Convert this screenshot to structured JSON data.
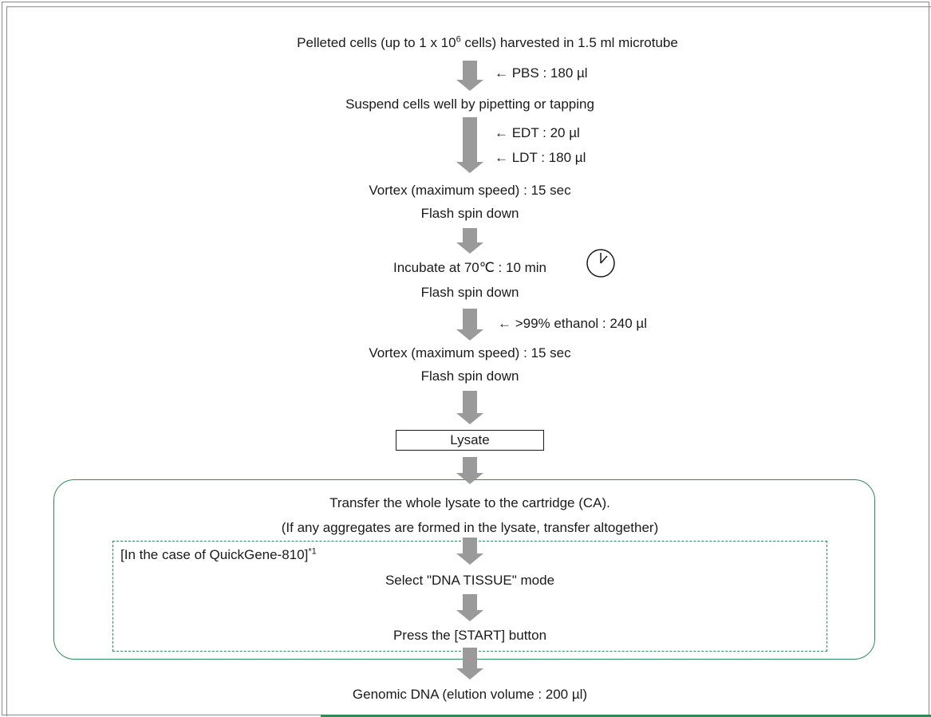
{
  "steps": {
    "start": {
      "pre": "Pelleted cells (up to 1 x 10",
      "exp": "6",
      "post": " cells) harvested in 1.5 ml microtube"
    },
    "pbs": "←  PBS  : 180 µl",
    "suspend": "Suspend cells well by pipetting or tapping",
    "edt": "←  EDT  : 20 µl",
    "ldt": "←  LDT  : 180 µl",
    "vortex1": "Vortex (maximum speed) : 15 sec",
    "flash1": "Flash spin down",
    "incubate": "Incubate at 70℃ : 10 min",
    "flash2": "Flash spin down",
    "ethanol": "←  >99% ethanol : 240 µl",
    "vortex2": "Vortex (maximum speed) : 15 sec",
    "flash3": "Flash spin down",
    "lysate": "Lysate",
    "transfer": "Transfer the whole lysate to the cartridge (CA).",
    "aggregates": "(If any aggregates are formed in the lysate, transfer altogether)",
    "quickgene": {
      "label": "[In the case of QuickGene-810]",
      "note": "*1"
    },
    "select_mode": "Select \"DNA TISSUE\" mode",
    "press_start": "Press the [START] button",
    "genomic": "Genomic DNA (elution volume : 200 µl)"
  },
  "icons": [
    "down-arrow-icon",
    "clock-icon"
  ],
  "colors": {
    "arrow": "#9a9a9a",
    "box_border": "#2e8b57",
    "text": "#1a1a1a"
  }
}
